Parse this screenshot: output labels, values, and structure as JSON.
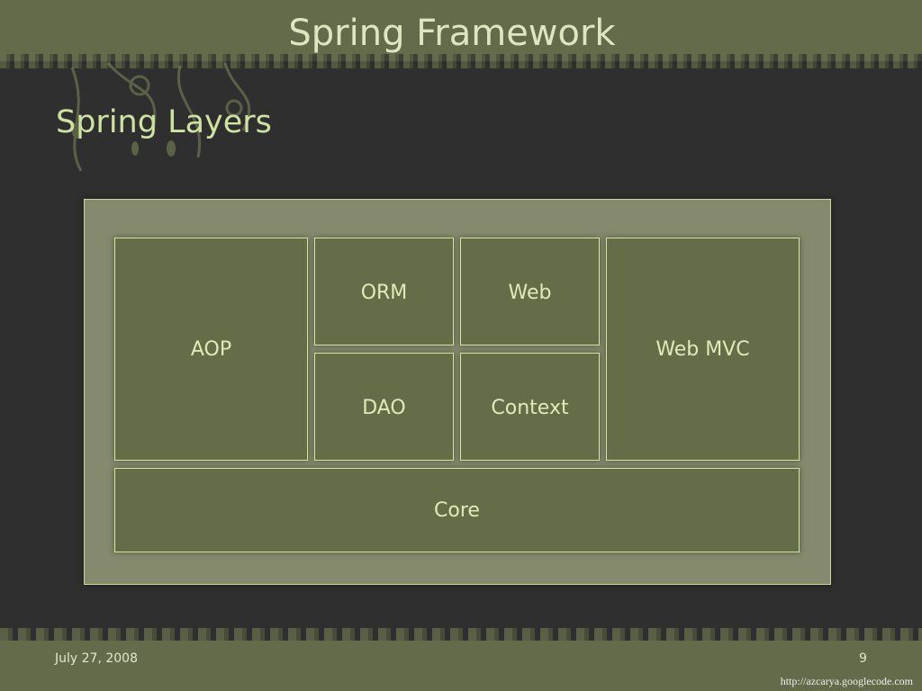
{
  "header": {
    "title": "Spring Framework"
  },
  "slide": {
    "title": "Spring Layers"
  },
  "diagram": {
    "aop": "AOP",
    "orm": "ORM",
    "web": "Web",
    "dao": "DAO",
    "context": "Context",
    "web_mvc": "Web MVC",
    "core": "Core"
  },
  "footer": {
    "date": "July 27, 2008",
    "page": "9",
    "url": "http://azcarya.googlecode.com"
  },
  "colors": {
    "header": "#646b4a",
    "background": "#2f2f2f",
    "panel": "#858a6e",
    "box": "#646d47",
    "accent": "#d6e6a8"
  }
}
